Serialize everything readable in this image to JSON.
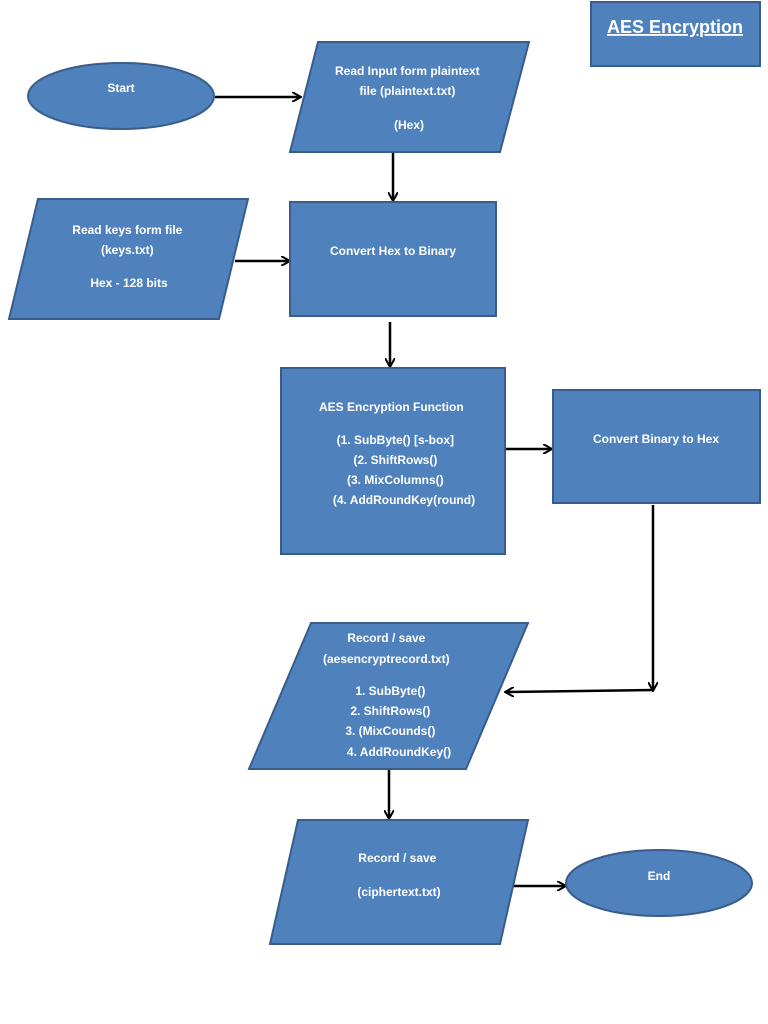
{
  "title": "AES Encryption",
  "colors": {
    "fill": "#4f81bd",
    "stroke": "#385d8a",
    "text": "#ffffff",
    "arrow": "#000000"
  },
  "nodes": {
    "start": {
      "lines": [
        "Start"
      ]
    },
    "read_input": {
      "lines": [
        "Read Input form plaintext",
        "file (plaintext.txt)",
        "",
        "(Hex)"
      ]
    },
    "read_keys": {
      "lines": [
        "Read keys form file",
        "(keys.txt)",
        "",
        "Hex - 128 bits"
      ]
    },
    "hex_to_binary": {
      "lines": [
        "Convert Hex to Binary"
      ]
    },
    "aes_function": {
      "lines": [
        "AES Encryption Function",
        "",
        "(1.  SubByte() [s-box]",
        "(2.  ShiftRows()",
        "(3.  MixColumns()",
        "(4.  AddRoundKey(round)"
      ]
    },
    "binary_to_hex": {
      "lines": [
        "Convert Binary to Hex"
      ]
    },
    "record_rounds": {
      "lines": [
        "Record / save",
        "(aesencryptrecord.txt)",
        "",
        "1.   SubByte()",
        "2.   ShiftRows()",
        "3.   (MixCounds()",
        "4.   AddRoundKey()"
      ]
    },
    "record_cipher": {
      "lines": [
        "Record / save",
        "",
        "(ciphertext.txt)"
      ]
    },
    "end": {
      "lines": [
        "End"
      ]
    }
  }
}
